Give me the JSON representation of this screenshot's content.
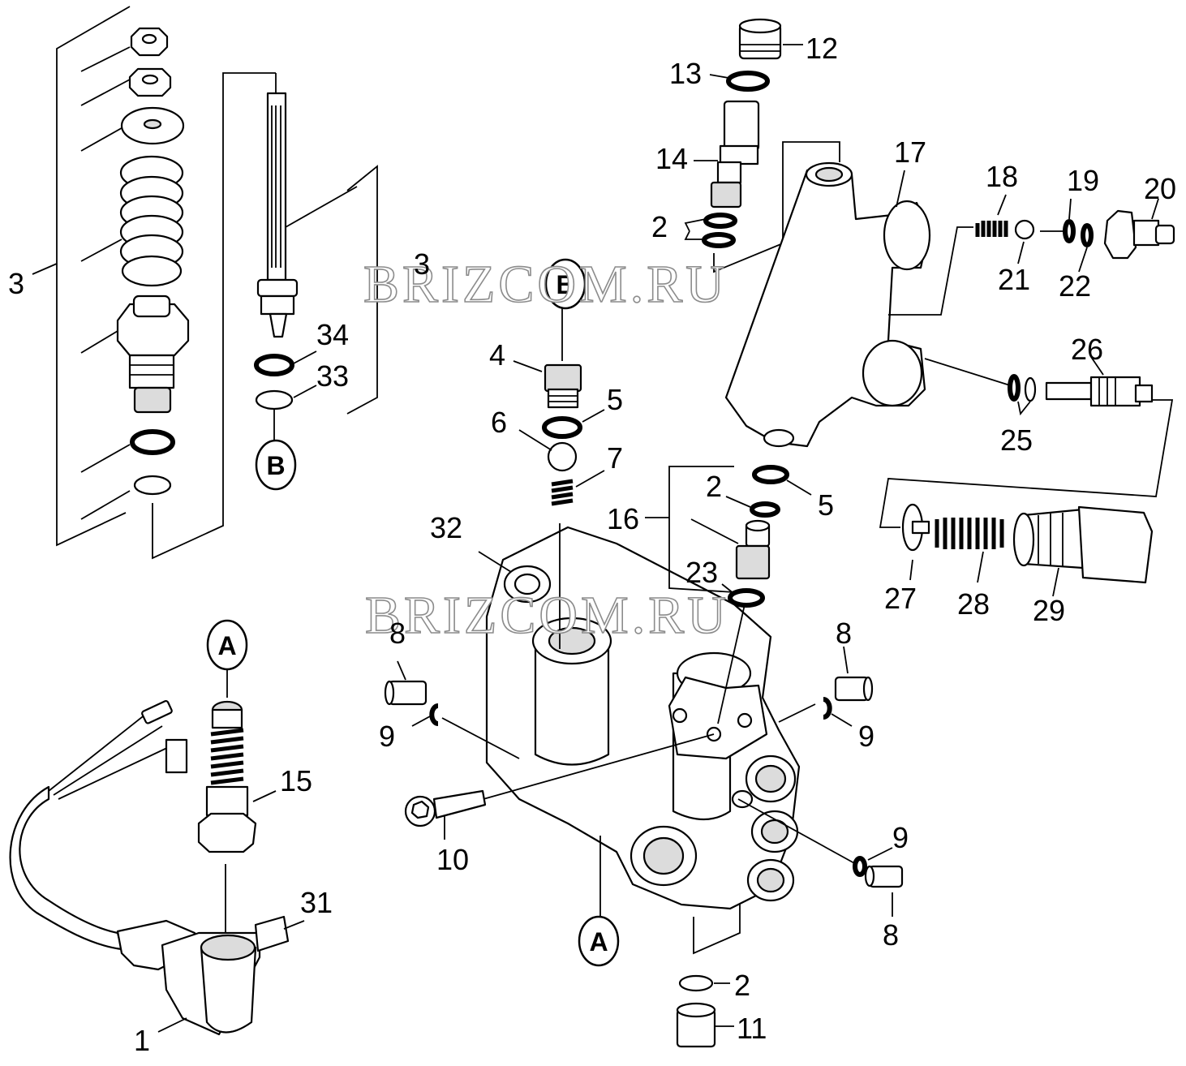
{
  "watermark": {
    "top": "BRIZCOM.RU",
    "bottom": "BRIZCOM.RU"
  },
  "markers": {
    "a_top": "A",
    "a_bottom": "A",
    "b_top": "B",
    "b_bottom": "B"
  },
  "callouts": {
    "n1": "1",
    "n2a": "2",
    "n2b": "2",
    "n2c": "2",
    "n3a": "3",
    "n3b": "3",
    "n4": "4",
    "n5a": "5",
    "n5b": "5",
    "n6": "6",
    "n7": "7",
    "n8a": "8",
    "n8b": "8",
    "n8c": "8",
    "n9a": "9",
    "n9b": "9",
    "n9c": "9",
    "n10": "10",
    "n11": "11",
    "n12": "12",
    "n13": "13",
    "n14": "14",
    "n15": "15",
    "n16": "16",
    "n17": "17",
    "n18": "18",
    "n19": "19",
    "n20": "20",
    "n21": "21",
    "n22": "22",
    "n23": "23",
    "n25": "25",
    "n26": "26",
    "n27": "27",
    "n28": "28",
    "n29": "29",
    "n31": "31",
    "n32": "32",
    "n33": "33",
    "n34": "34"
  }
}
